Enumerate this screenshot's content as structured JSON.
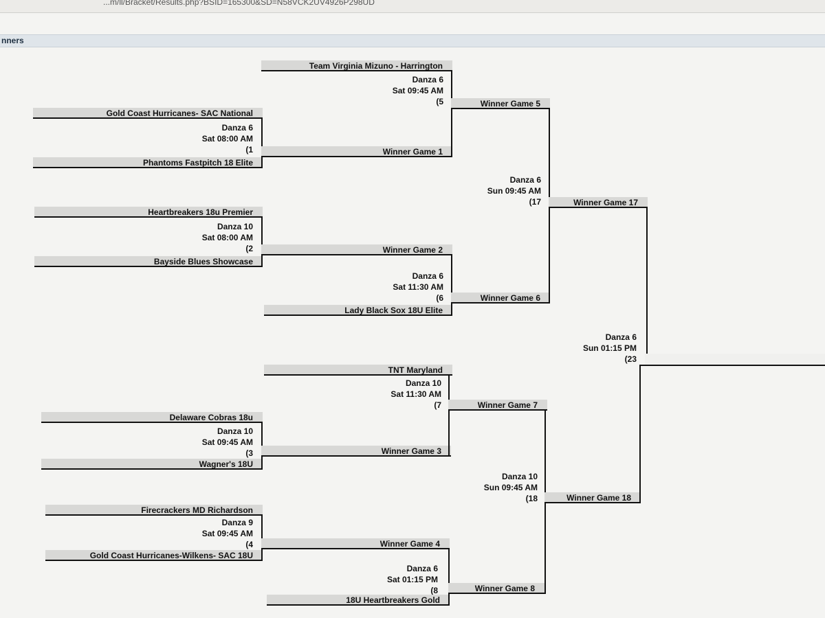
{
  "browser": {
    "url": "...m/ll/Bracket/Results.php?BSID=165300&SD=N58VCK2UV4926P298UD"
  },
  "page": {
    "header": "nners"
  },
  "round1": [
    {
      "top": "Gold Coast Hurricanes- SAC National",
      "field": "Danza 6",
      "time": "Sat 08:00 AM",
      "game": "(1",
      "bottom": "Phantoms Fastpitch 18 Elite"
    },
    {
      "top": "Heartbreakers 18u Premier",
      "field": "Danza 10",
      "time": "Sat 08:00 AM",
      "game": "(2",
      "bottom": "Bayside Blues Showcase"
    },
    {
      "top": "Delaware Cobras 18u",
      "field": "Danza 10",
      "time": "Sat 09:45 AM",
      "game": "(3",
      "bottom": "Wagner's 18U"
    },
    {
      "top": "Firecrackers MD Richardson",
      "field": "Danza 9",
      "time": "Sat 09:45 AM",
      "game": "(4",
      "bottom": "Gold Coast Hurricanes-Wilkens- SAC 18U"
    }
  ],
  "round2": [
    {
      "top": "Team Virginia Mizuno - Harrington",
      "field": "Danza 6",
      "time": "Sat 09:45 AM",
      "game": "(5",
      "bottom": "Winner Game 1"
    },
    {
      "top": "Winner Game 2",
      "field": "Danza 6",
      "time": "Sat 11:30 AM",
      "game": "(6",
      "bottom": "Lady Black Sox 18U Elite"
    },
    {
      "top": "TNT Maryland",
      "field": "Danza 10",
      "time": "Sat 11:30 AM",
      "game": "(7",
      "bottom": "Winner Game 3"
    },
    {
      "top": "Winner Game 4",
      "field": "Danza 6",
      "time": "Sat 01:15 PM",
      "game": "(8",
      "bottom": "18U Heartbreakers Gold"
    }
  ],
  "round3": [
    {
      "top": "Winner Game 5",
      "field": "Danza 6",
      "time": "Sun 09:45 AM",
      "game": "(17",
      "bottom": "Winner Game 6"
    },
    {
      "top": "Winner Game 7",
      "field": "Danza 10",
      "time": "Sun 09:45 AM",
      "game": "(18",
      "bottom": "Winner Game 8"
    }
  ],
  "round4": {
    "top": "Winner Game 17",
    "field": "Danza 6",
    "time": "Sun 01:15 PM",
    "game": "(23",
    "bottom": "Winner Game 18"
  }
}
